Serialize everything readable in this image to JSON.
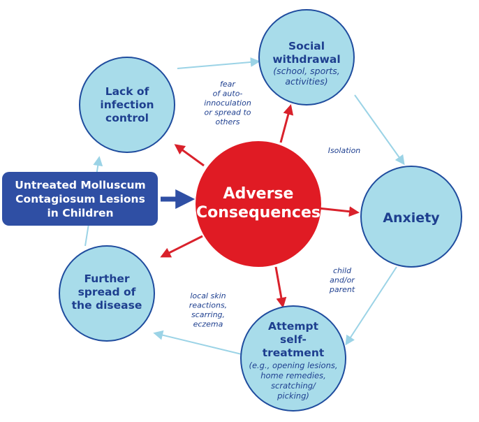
{
  "colors": {
    "node_fill": "#a8dcea",
    "node_stroke": "#1f4c9e",
    "text_blue": "#1e3f8f",
    "center_fill": "#e01b24",
    "red_arrow": "#d9212b",
    "cycle_arrow": "#9bd3e6",
    "source_fill": "#2f4fa4",
    "source_arrow": "#2f4fa4"
  },
  "source": {
    "lines": [
      "Untreated Molluscum",
      "Contagiosum Lesions",
      "in Children"
    ]
  },
  "center": {
    "lines": [
      "Adverse",
      "Consequences"
    ]
  },
  "nodes": {
    "lack": {
      "title": [
        "Lack of",
        "infection",
        "control"
      ],
      "sub": []
    },
    "social": {
      "title": [
        "Social",
        "withdrawal"
      ],
      "sub": [
        "(school, sports,",
        "activities)"
      ]
    },
    "anxiety": {
      "title": [
        "Anxiety"
      ],
      "sub": []
    },
    "attempt": {
      "title": [
        "Attempt",
        "self-",
        "treatment"
      ],
      "sub": [
        "(e.g., opening lesions,",
        "home remedies,",
        "scratching/",
        "picking)"
      ]
    },
    "further": {
      "title": [
        "Further",
        "spread of",
        "the disease"
      ],
      "sub": []
    }
  },
  "edge_labels": {
    "fear": [
      "fear",
      "of auto-",
      "innoculation",
      "or spread to",
      "others"
    ],
    "isolation": [
      "Isolation"
    ],
    "child": [
      "child",
      "and/or",
      "parent"
    ],
    "local": [
      "local skin",
      "reactions,",
      "scarring,",
      "eczema"
    ]
  }
}
